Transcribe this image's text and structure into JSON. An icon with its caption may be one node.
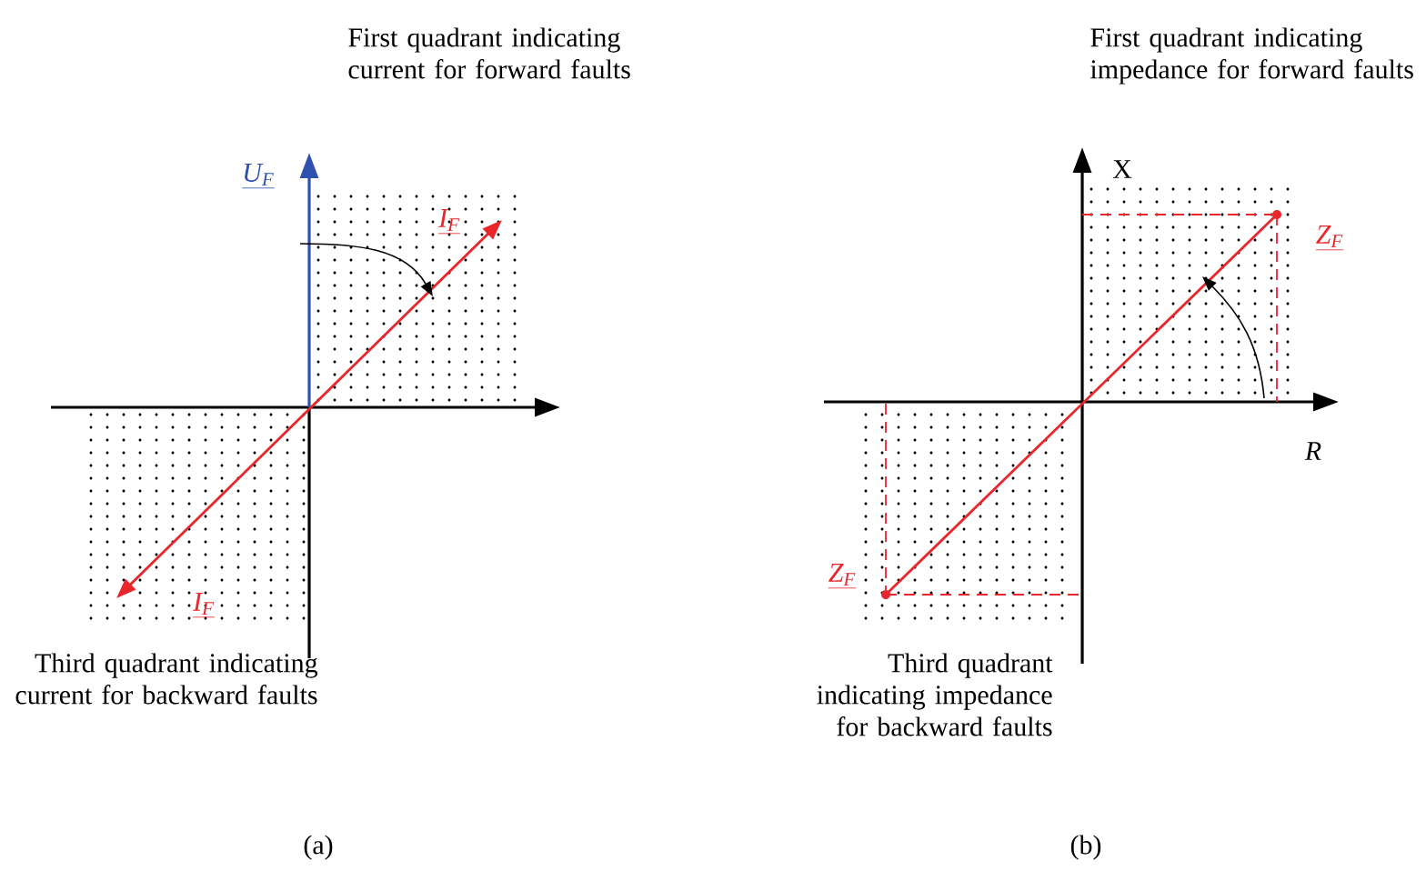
{
  "diagram": {
    "labels": [
      "First quadrant indicating current for forward faults",
      "First quadrant indicating impedance for forward faults",
      "U$_{F}$",
      "X",
      "I$_{F}$",
      "Z$_{F}$",
      "R",
      "Z$_{F}$",
      "I$_{F}$",
      "Third quadrant indicating current for backward faults",
      "Third quadrant indicating impedance for backward faults",
      "(a)",
      "(b)"
    ]
  }
}
